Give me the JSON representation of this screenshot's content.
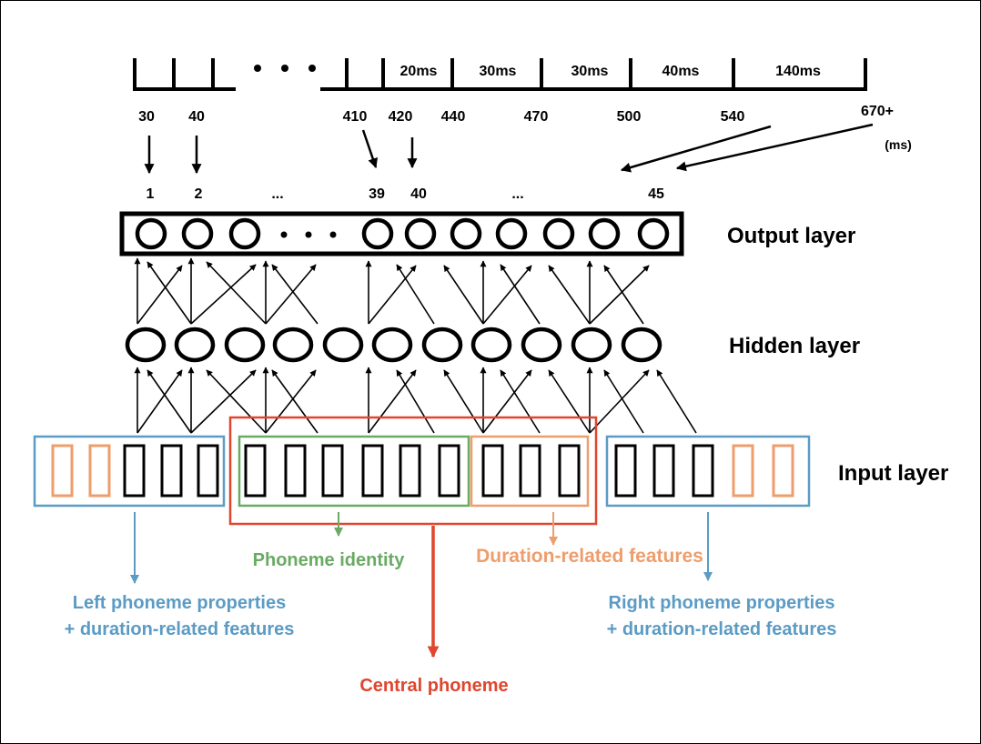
{
  "timeline": {
    "segment_labels": [
      "20ms",
      "30ms",
      "30ms",
      "40ms",
      "140ms"
    ],
    "time_values": [
      "30",
      "40",
      "410",
      "420",
      "440",
      "470",
      "500",
      "540",
      "670+"
    ],
    "unit": "(ms)"
  },
  "output_indices": [
    "1",
    "2",
    "...",
    "39",
    "40",
    "...",
    "45"
  ],
  "layers": {
    "output": "Output layer",
    "hidden": "Hidden layer",
    "input": "Input layer"
  },
  "annotations": {
    "phoneme_identity": "Phoneme identity",
    "duration_features": "Duration-related features",
    "left_line1": "Left phoneme properties",
    "left_line2": "+ duration-related features",
    "right_line1": "Right phoneme properties",
    "right_line2": "+ duration-related features",
    "central": "Central phoneme"
  },
  "colors": {
    "blue": "#5b9bc4",
    "green": "#6aaa64",
    "orange": "#ee9d6c",
    "red": "#e0452d",
    "black": "#000000"
  }
}
